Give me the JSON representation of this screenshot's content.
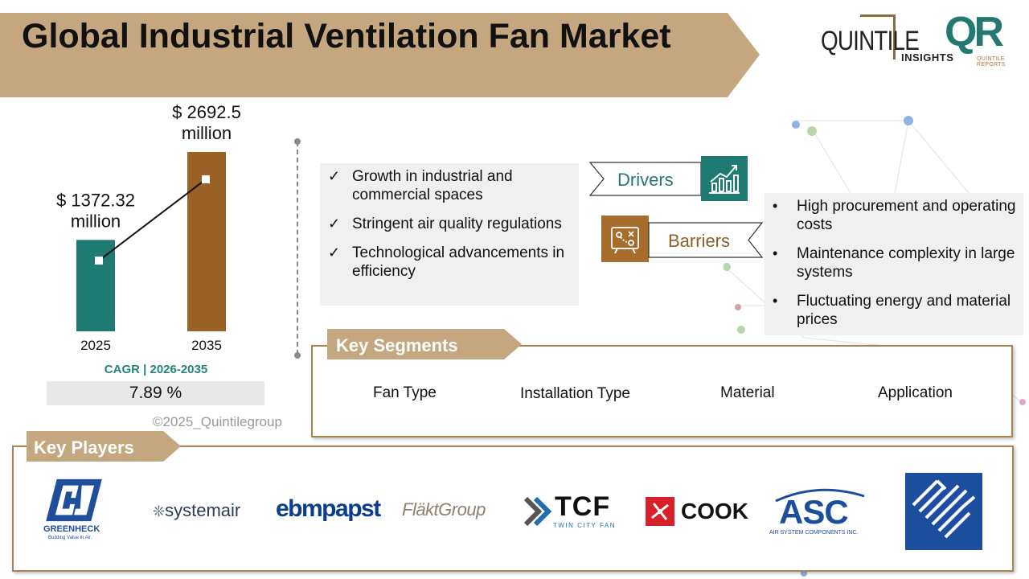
{
  "title": "Global Industrial Ventilation Fan Market",
  "logo": {
    "quintile": "QUINTILE",
    "insights": "INSIGHTS",
    "qr": "QR",
    "qr_sub": "QUINTILE REPORTS"
  },
  "chart_data": {
    "type": "bar",
    "categories": [
      "2025",
      "2035"
    ],
    "values": [
      1372.32,
      2692.5
    ],
    "value_labels": [
      "$ 1372.32 million",
      "$ 2692.5 million"
    ],
    "unit": "million",
    "colors": [
      "#1f7b72",
      "#9a6227"
    ],
    "trend_line": true
  },
  "cagr": {
    "title": "CAGR | 2026-2035",
    "value": "7.89 %"
  },
  "copyright": "©2025_Quintilegroup",
  "drivers": {
    "label": "Drivers",
    "items": [
      "Growth in industrial and commercial spaces",
      "Stringent air quality regulations",
      "Technological advancements in efficiency"
    ]
  },
  "barriers": {
    "label": "Barriers",
    "items": [
      "High procurement and operating costs",
      "Maintenance complexity in large systems",
      "Fluctuating energy and material prices"
    ]
  },
  "segments": {
    "title": "Key Segments",
    "items": [
      "Fan Type",
      "Installation Type",
      "Material",
      "Application"
    ]
  },
  "players": {
    "title": "Key Players",
    "greenheck": "GREENHECK",
    "greenheck_tag": "Building Value in Air.",
    "systemair": "systemair",
    "ebmpapst": "ebmpapst",
    "flakt": "FläktGroup",
    "tcf": "TCF",
    "tcf_sub": "TWIN CITY FAN",
    "cook": "COOK",
    "asc": "ASC",
    "asc_sub": "AIR SYSTEM COMPONENTS INC."
  },
  "colors": {
    "accent_tan": "#c4a77e",
    "frame_brown": "#a88350",
    "teal": "#1f7b72",
    "brown": "#9a6227"
  }
}
